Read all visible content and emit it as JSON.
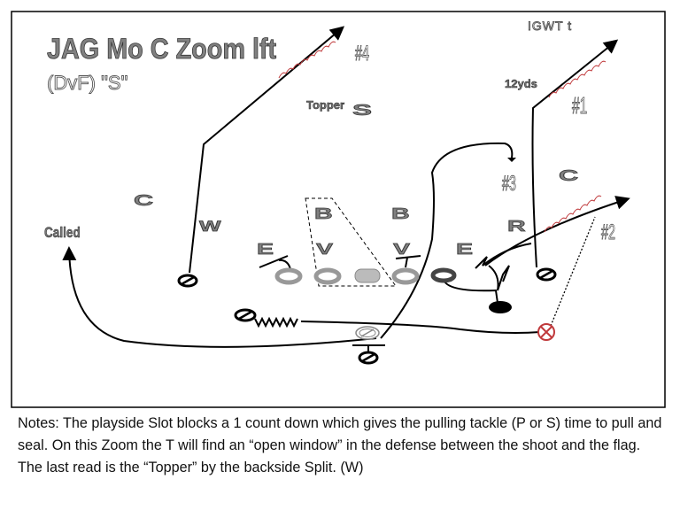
{
  "diagram": {
    "title": "JAG Mo C Zoom lft",
    "subtitle": "(DvF) \"S\"",
    "corner_label": "IGWT t",
    "labels": {
      "receiver_4": "#4",
      "receiver_1": "#1",
      "receiver_3": "#3",
      "receiver_2": "#2",
      "topper": "Topper",
      "depth": "12yds",
      "called": "Called"
    },
    "defense": {
      "safety": "S",
      "corner_left": "C",
      "corner_right": "C",
      "will": "W",
      "backer_left": "B",
      "backer_right": "B",
      "tackle_left": "V",
      "tackle_right": "V",
      "end_left": "E",
      "end_right": "E",
      "rover": "R"
    },
    "colors": {
      "red_route": "#c0393b",
      "defense_fill": "#808080"
    }
  },
  "notes": "Notes: The playside Slot blocks a 1 count down which gives the pulling tackle (P or S) time to pull and seal.  On this Zoom the T will find an “open window” in the defense between the shoot and the flag.  The last read is the “Topper” by the backside Split. (W)"
}
